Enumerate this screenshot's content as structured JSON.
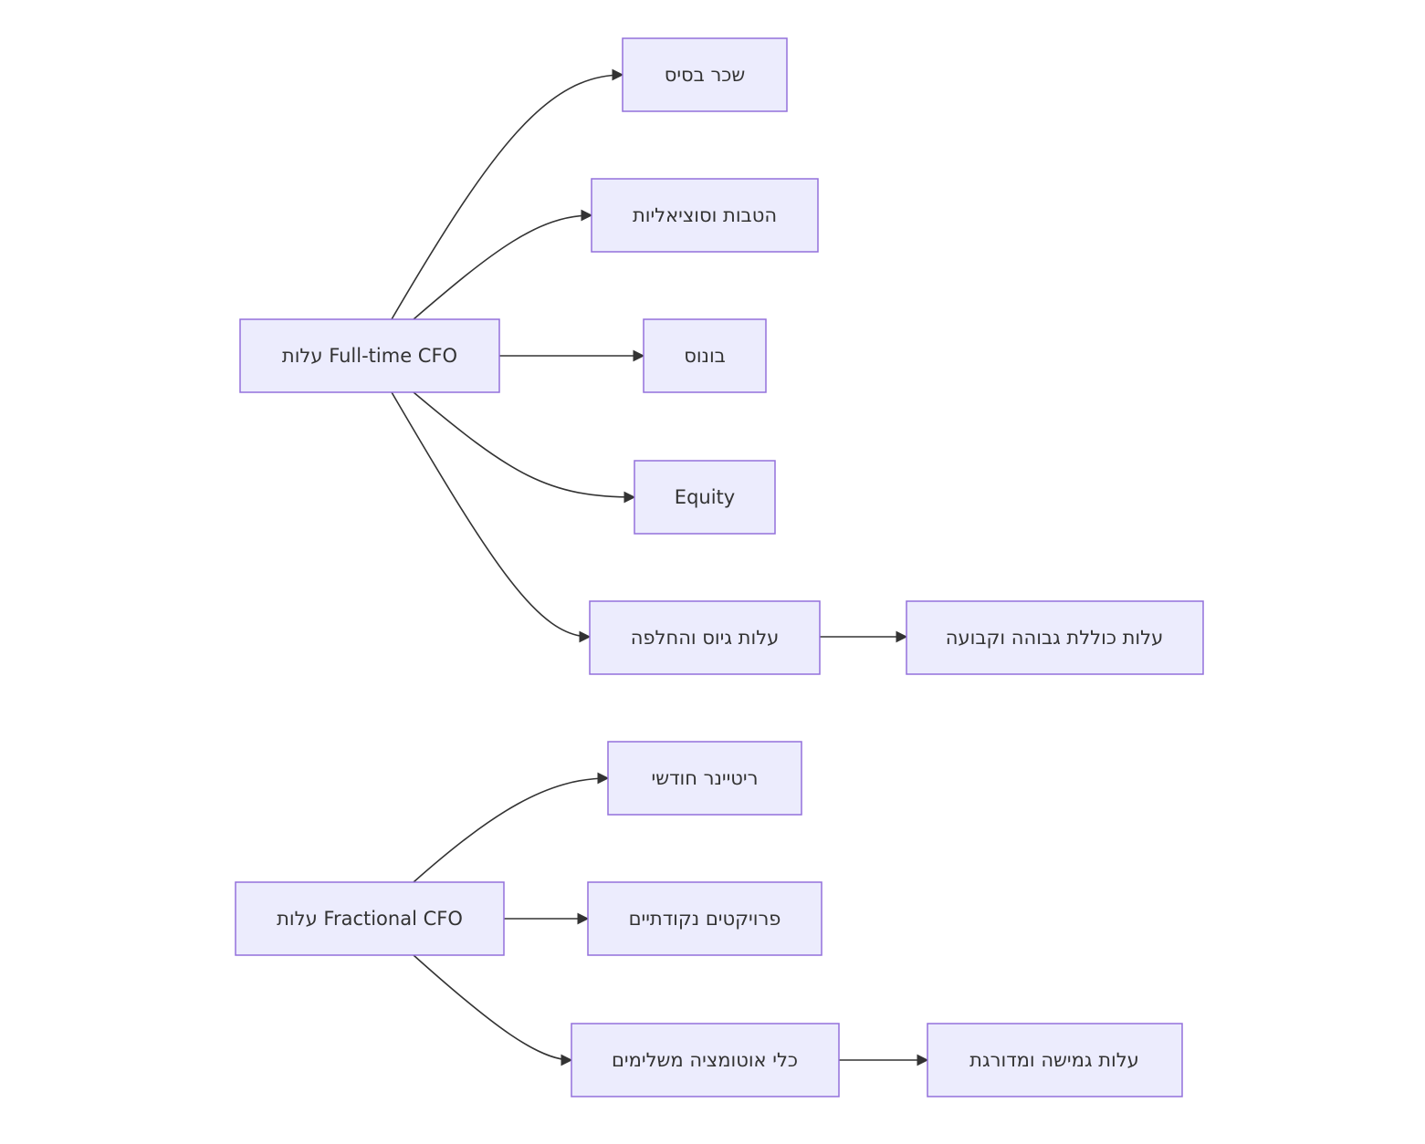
{
  "nodes": {
    "fulltime": "עלות Full-time CFO",
    "base_salary": "שכר בסיס",
    "benefits": "הטבות וסוציאליות",
    "bonus": "בונוס",
    "equity": "Equity",
    "recruit": "עלות גיוס והחלפה",
    "total_high": "עלות כוללת גבוהה וקבועה",
    "fractional": "עלות Fractional CFO",
    "retainer": "ריטיינר חודשי",
    "projects": "פרויקטים נקודתיים",
    "automation": "כלי אוטומציה משלימים",
    "flexible": "עלות גמישה ומדורגת"
  },
  "colors": {
    "node_fill": "#ececfd",
    "node_stroke": "#9370db",
    "edge": "#333333",
    "text": "#333333"
  }
}
